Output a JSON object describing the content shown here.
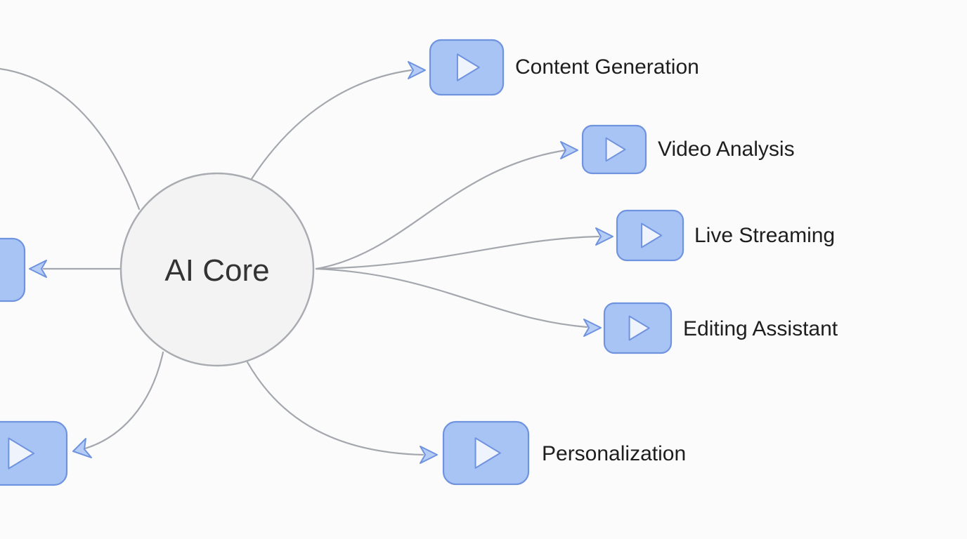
{
  "core": {
    "label": "AI Core"
  },
  "branches": [
    {
      "id": "content-generation",
      "label": "Content Generation"
    },
    {
      "id": "video-analysis",
      "label": "Video Analysis"
    },
    {
      "id": "live-streaming",
      "label": "Live Streaming"
    },
    {
      "id": "editing-assistant",
      "label": "Editing Assistant"
    },
    {
      "id": "personalization",
      "label": "Personalization"
    },
    {
      "id": "left-middle",
      "label": ""
    },
    {
      "id": "left-bottom",
      "label": ""
    },
    {
      "id": "top-left-offscreen",
      "label": ""
    }
  ],
  "colors": {
    "background": "#fbfbfb",
    "core_fill": "#f3f3f3",
    "core_stroke": "#a9acb1",
    "connector": "#a4a8ae",
    "icon_fill": "#a8c4f5",
    "icon_stroke": "#6f93de",
    "play_fill": "#eef3fc",
    "play_stroke": "#6f93de",
    "arrow_fill": "#b5cdf6",
    "arrow_stroke": "#6f93de"
  },
  "icons": {
    "node_icon": "play-button-icon"
  }
}
